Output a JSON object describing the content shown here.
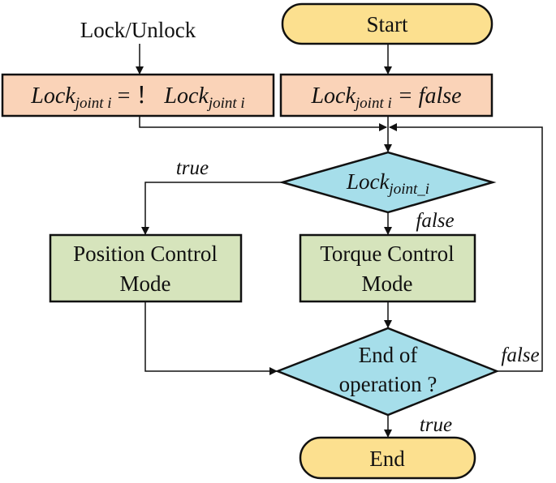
{
  "nodes": {
    "start": {
      "label": "Start"
    },
    "input": {
      "label": "Lock/Unlock"
    },
    "toggle": {
      "base": "Lock",
      "sub": "joint  i",
      "op": " = ！ ",
      "base2": "Lock",
      "sub2": "joint  i"
    },
    "init": {
      "base": "Lock",
      "sub": "joint  i",
      "rhs": " = false"
    },
    "decision_lock": {
      "base": "Lock",
      "sub": "joint_i"
    },
    "position_mode": {
      "line1": "Position Control",
      "line2": "Mode"
    },
    "torque_mode": {
      "line1": "Torque Control",
      "line2": "Mode"
    },
    "decision_end": {
      "line1": "End of",
      "line2": "operation ?"
    },
    "end": {
      "label": "End"
    }
  },
  "edge_labels": {
    "lock_true": "true",
    "lock_false": "false",
    "end_false": "false",
    "end_true": "true"
  },
  "colors": {
    "terminal": "#FCE08F",
    "process_orange": "#FAD3B8",
    "decision": "#A6DEEA",
    "process_green": "#D6E4BC"
  }
}
